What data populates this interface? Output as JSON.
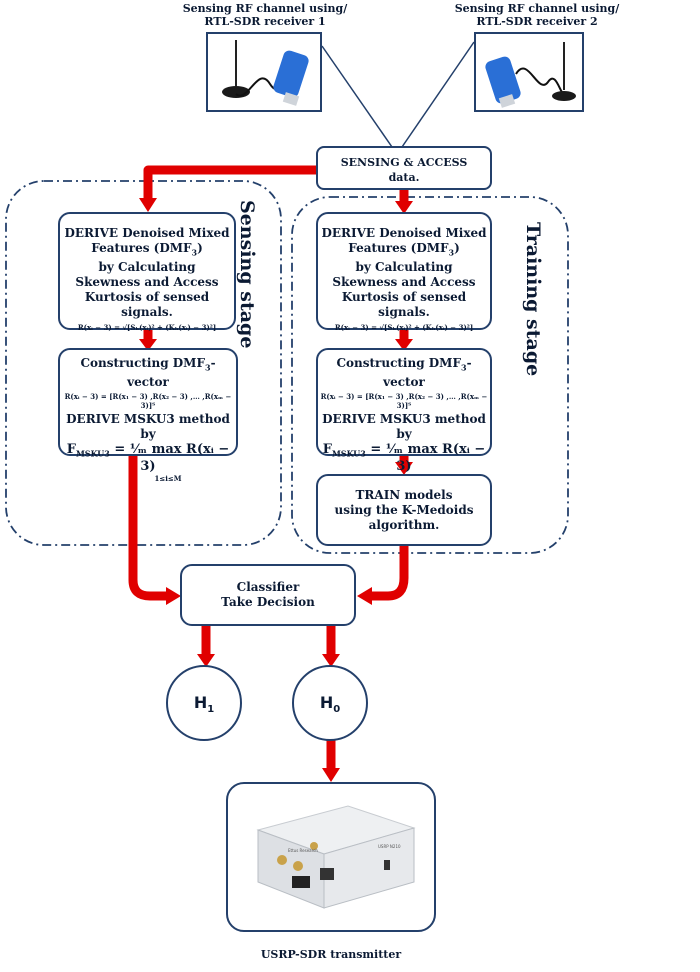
{
  "receiver1": {
    "caption_line1": "Sensing RF channel using/",
    "caption_line2": "RTL-SDR  receiver 1"
  },
  "receiver2": {
    "caption_line1": "Sensing RF channel using/",
    "caption_line2": "RTL-SDR  receiver 2"
  },
  "sensing_access": {
    "line1": "SENSING  & ACCESS",
    "line2": "data."
  },
  "sensing_stage": {
    "label": "Sensing stage"
  },
  "training_stage": {
    "label": "Training stage"
  },
  "derive_box": {
    "line1": "DERIVE  Denoised Mixed",
    "line2": "Features  (DMF",
    "line2_sub": "3",
    "line2_end": ")",
    "line3": "by Calculating",
    "line4": "Skewness and Access",
    "line5": "Kurtosis of sensed signals.",
    "formula": "R(xᵢ − 3)     = √[Sₕ(xᵢ)² + (Kₕ(xᵢ) − 3)²]"
  },
  "construct_box": {
    "line1": "Constructing  DMF",
    "line1_sub": "3",
    "line1_end": "-vector",
    "vector": "R(xᵢ − 3) = [R(x₁ − 3) ,R(x₂ − 3) ,… ,R(xₘ − 3)]ᵀ",
    "line2": "DERIVE  MSKU3  method",
    "line3": "by",
    "formula_lhs": "F",
    "formula_lhs_sub": "MSKU3",
    "formula_rhs": "= ¹⁄ₘ max R(xᵢ − 3)",
    "formula_range": "1≤i≤M"
  },
  "train_box": {
    "line1": "TRAIN models",
    "line2": "using the  K-Medoids",
    "line3": "algorithm."
  },
  "classifier": {
    "line1": "Classifier",
    "line2": "Take  Decision"
  },
  "h1": {
    "label": "H",
    "sub": "1"
  },
  "h0": {
    "label": "H",
    "sub": "0"
  },
  "transmitter": {
    "caption": "USRP-SDR  transmitter",
    "brand": "Ettus Research",
    "model": "USRP N210"
  },
  "colors": {
    "arrow": "#e00000",
    "border": "#24406b",
    "dash": "#24406b"
  }
}
